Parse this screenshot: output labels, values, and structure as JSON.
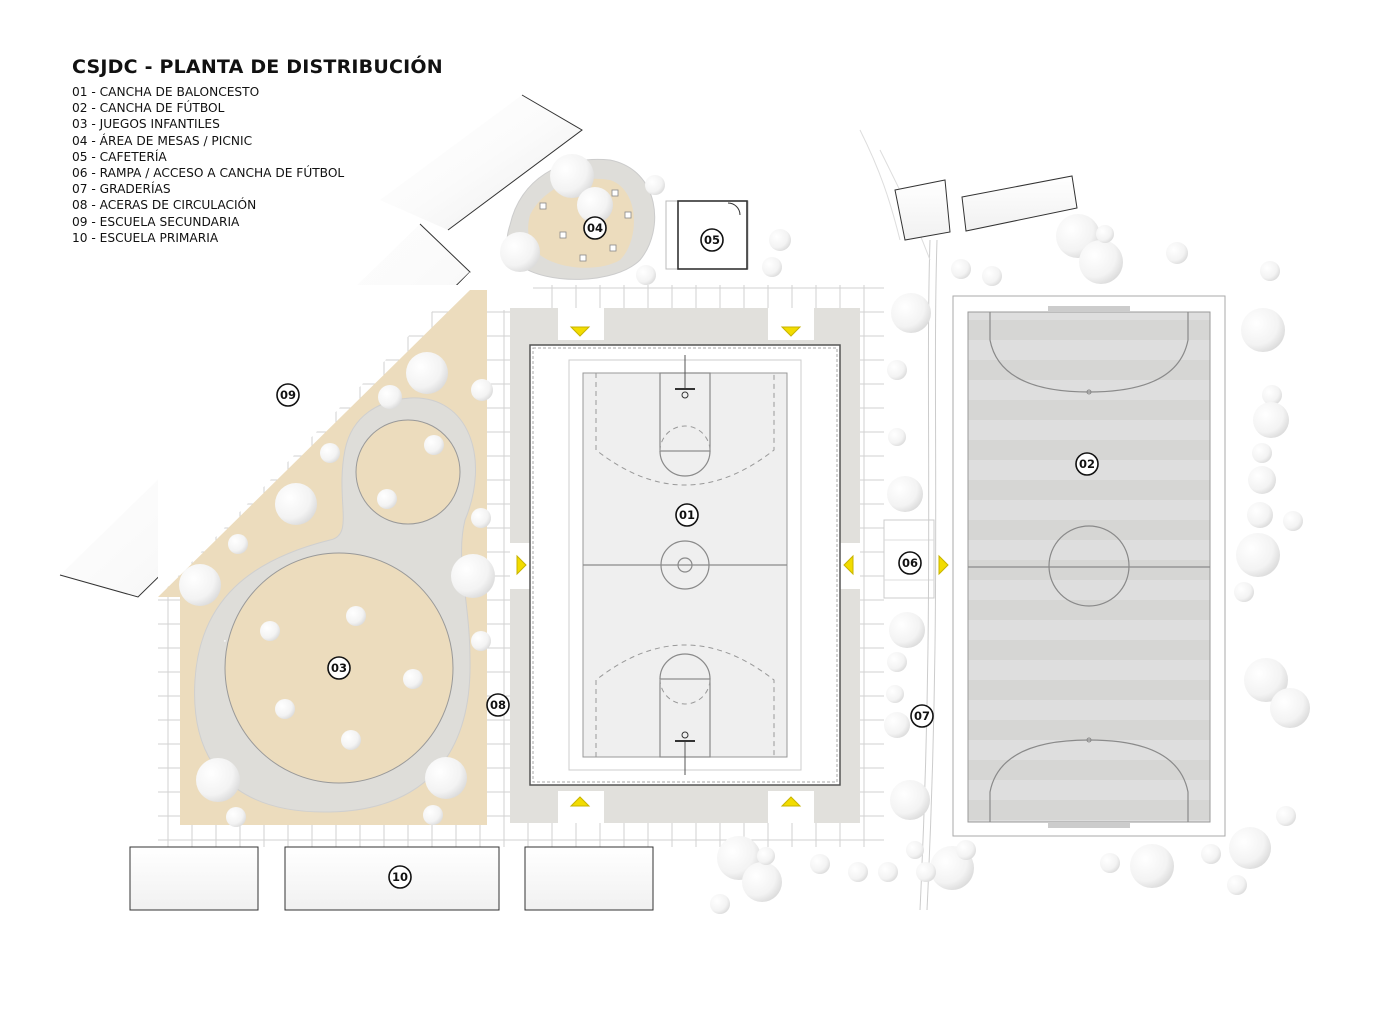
{
  "title": "CSJDC - PLANTA DE DISTRIBUCIÓN",
  "legend": [
    "01 - CANCHA DE BALONCESTO",
    "02 - CANCHA DE FÚTBOL",
    "03 - JUEGOS INFANTILES",
    "04 - ÁREA DE MESAS / PICNIC",
    "05 - CAFETERÍA",
    "06 - RAMPA / ACCESO A CANCHA DE FÚTBOL",
    "07 - GRADERÍAS",
    "08 - ACERAS DE CIRCULACIÓN",
    "09 - ESCUELA SECUNDARIA",
    "10 - ESCUELA PRIMARIA"
  ],
  "markers": {
    "m01": "01",
    "m02": "02",
    "m03": "03",
    "m04": "04",
    "m05": "05",
    "m06": "06",
    "m07": "07",
    "m08": "08",
    "m09": "09",
    "m10": "10"
  },
  "colors": {
    "sand": "#ecdcbd",
    "paving": "#e1e0dc",
    "arrow": "#f2dc00",
    "court": "#f1f1f1",
    "field": "#d9d9d7"
  }
}
